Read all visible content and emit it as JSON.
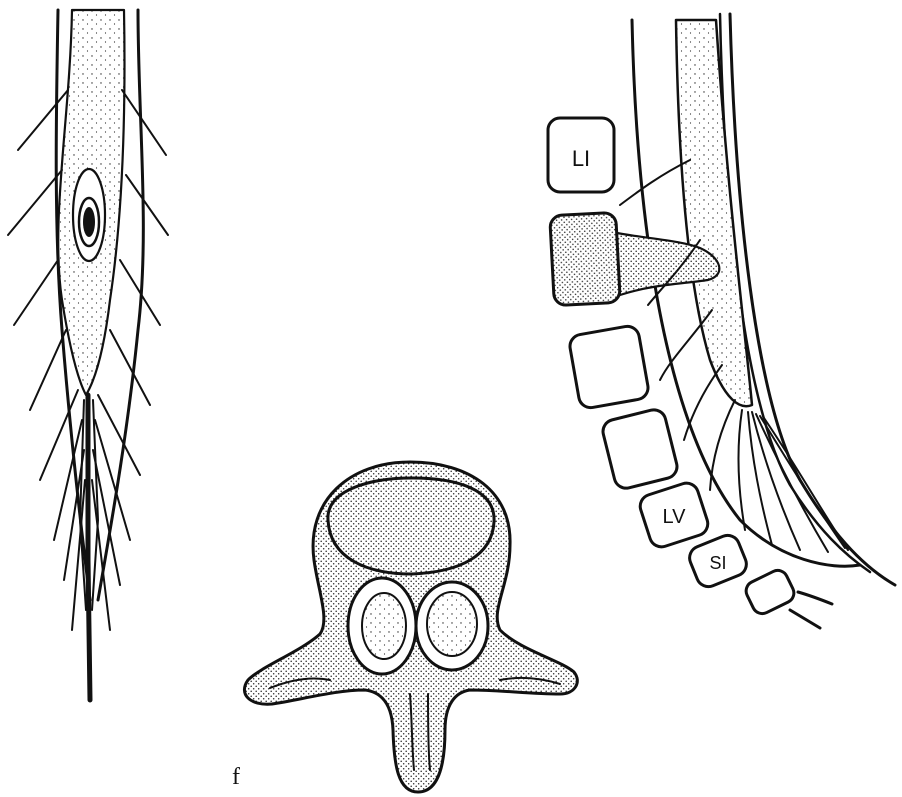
{
  "figure": {
    "panel_letter": "f",
    "vertebra_labels": {
      "l1": "LI",
      "l5": "LV",
      "s1": "SI"
    }
  },
  "colors": {
    "ink": "#111111",
    "paper": "#ffffff",
    "stipple": "#2a2a2a"
  }
}
